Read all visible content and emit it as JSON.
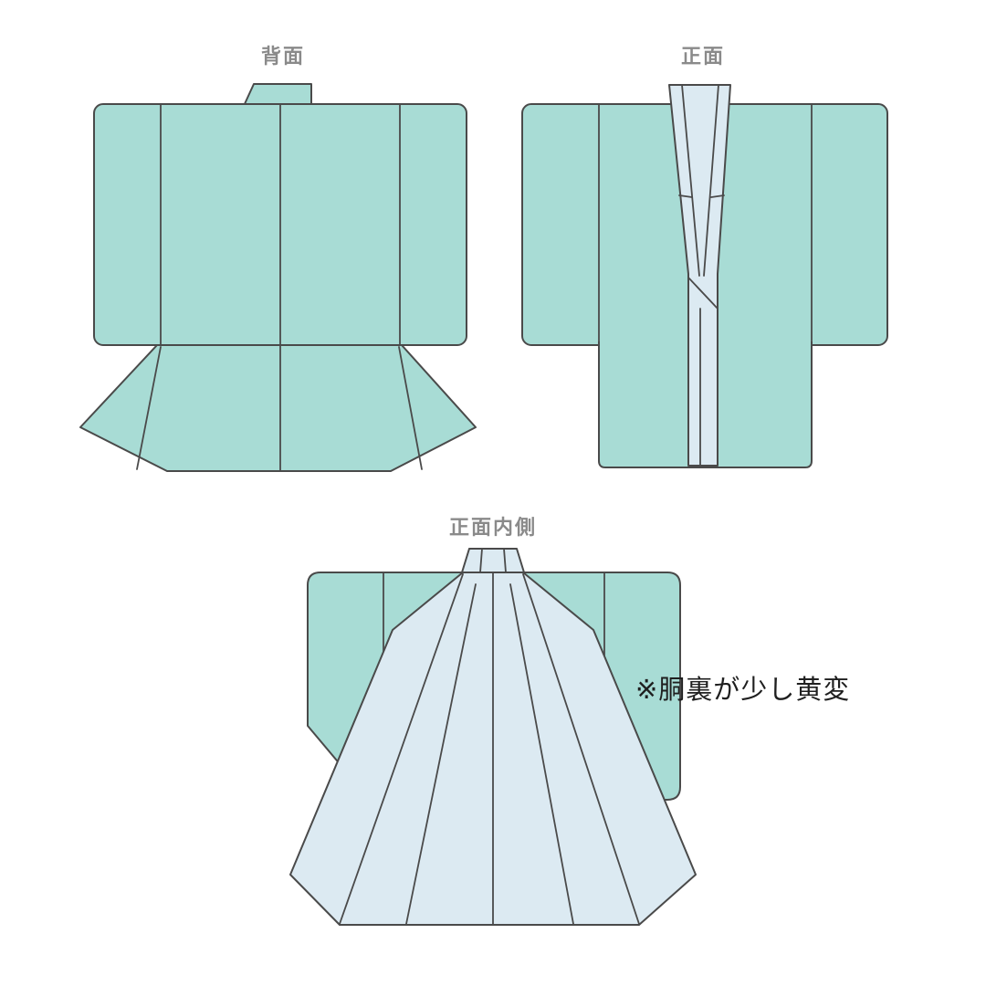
{
  "views": {
    "back": {
      "label": "背面"
    },
    "front": {
      "label": "正面"
    },
    "front_inside": {
      "label": "正面内側"
    }
  },
  "annotation": {
    "text": "※胴裏が少し黄変"
  },
  "colors": {
    "garment-teal": "#a8dcd5",
    "lining-blue": "#dceaf2",
    "outline": "#4a4a4a",
    "label-gray": "#8a8a8a",
    "annotation-black": "#1f1f1f",
    "background": "#ffffff"
  }
}
